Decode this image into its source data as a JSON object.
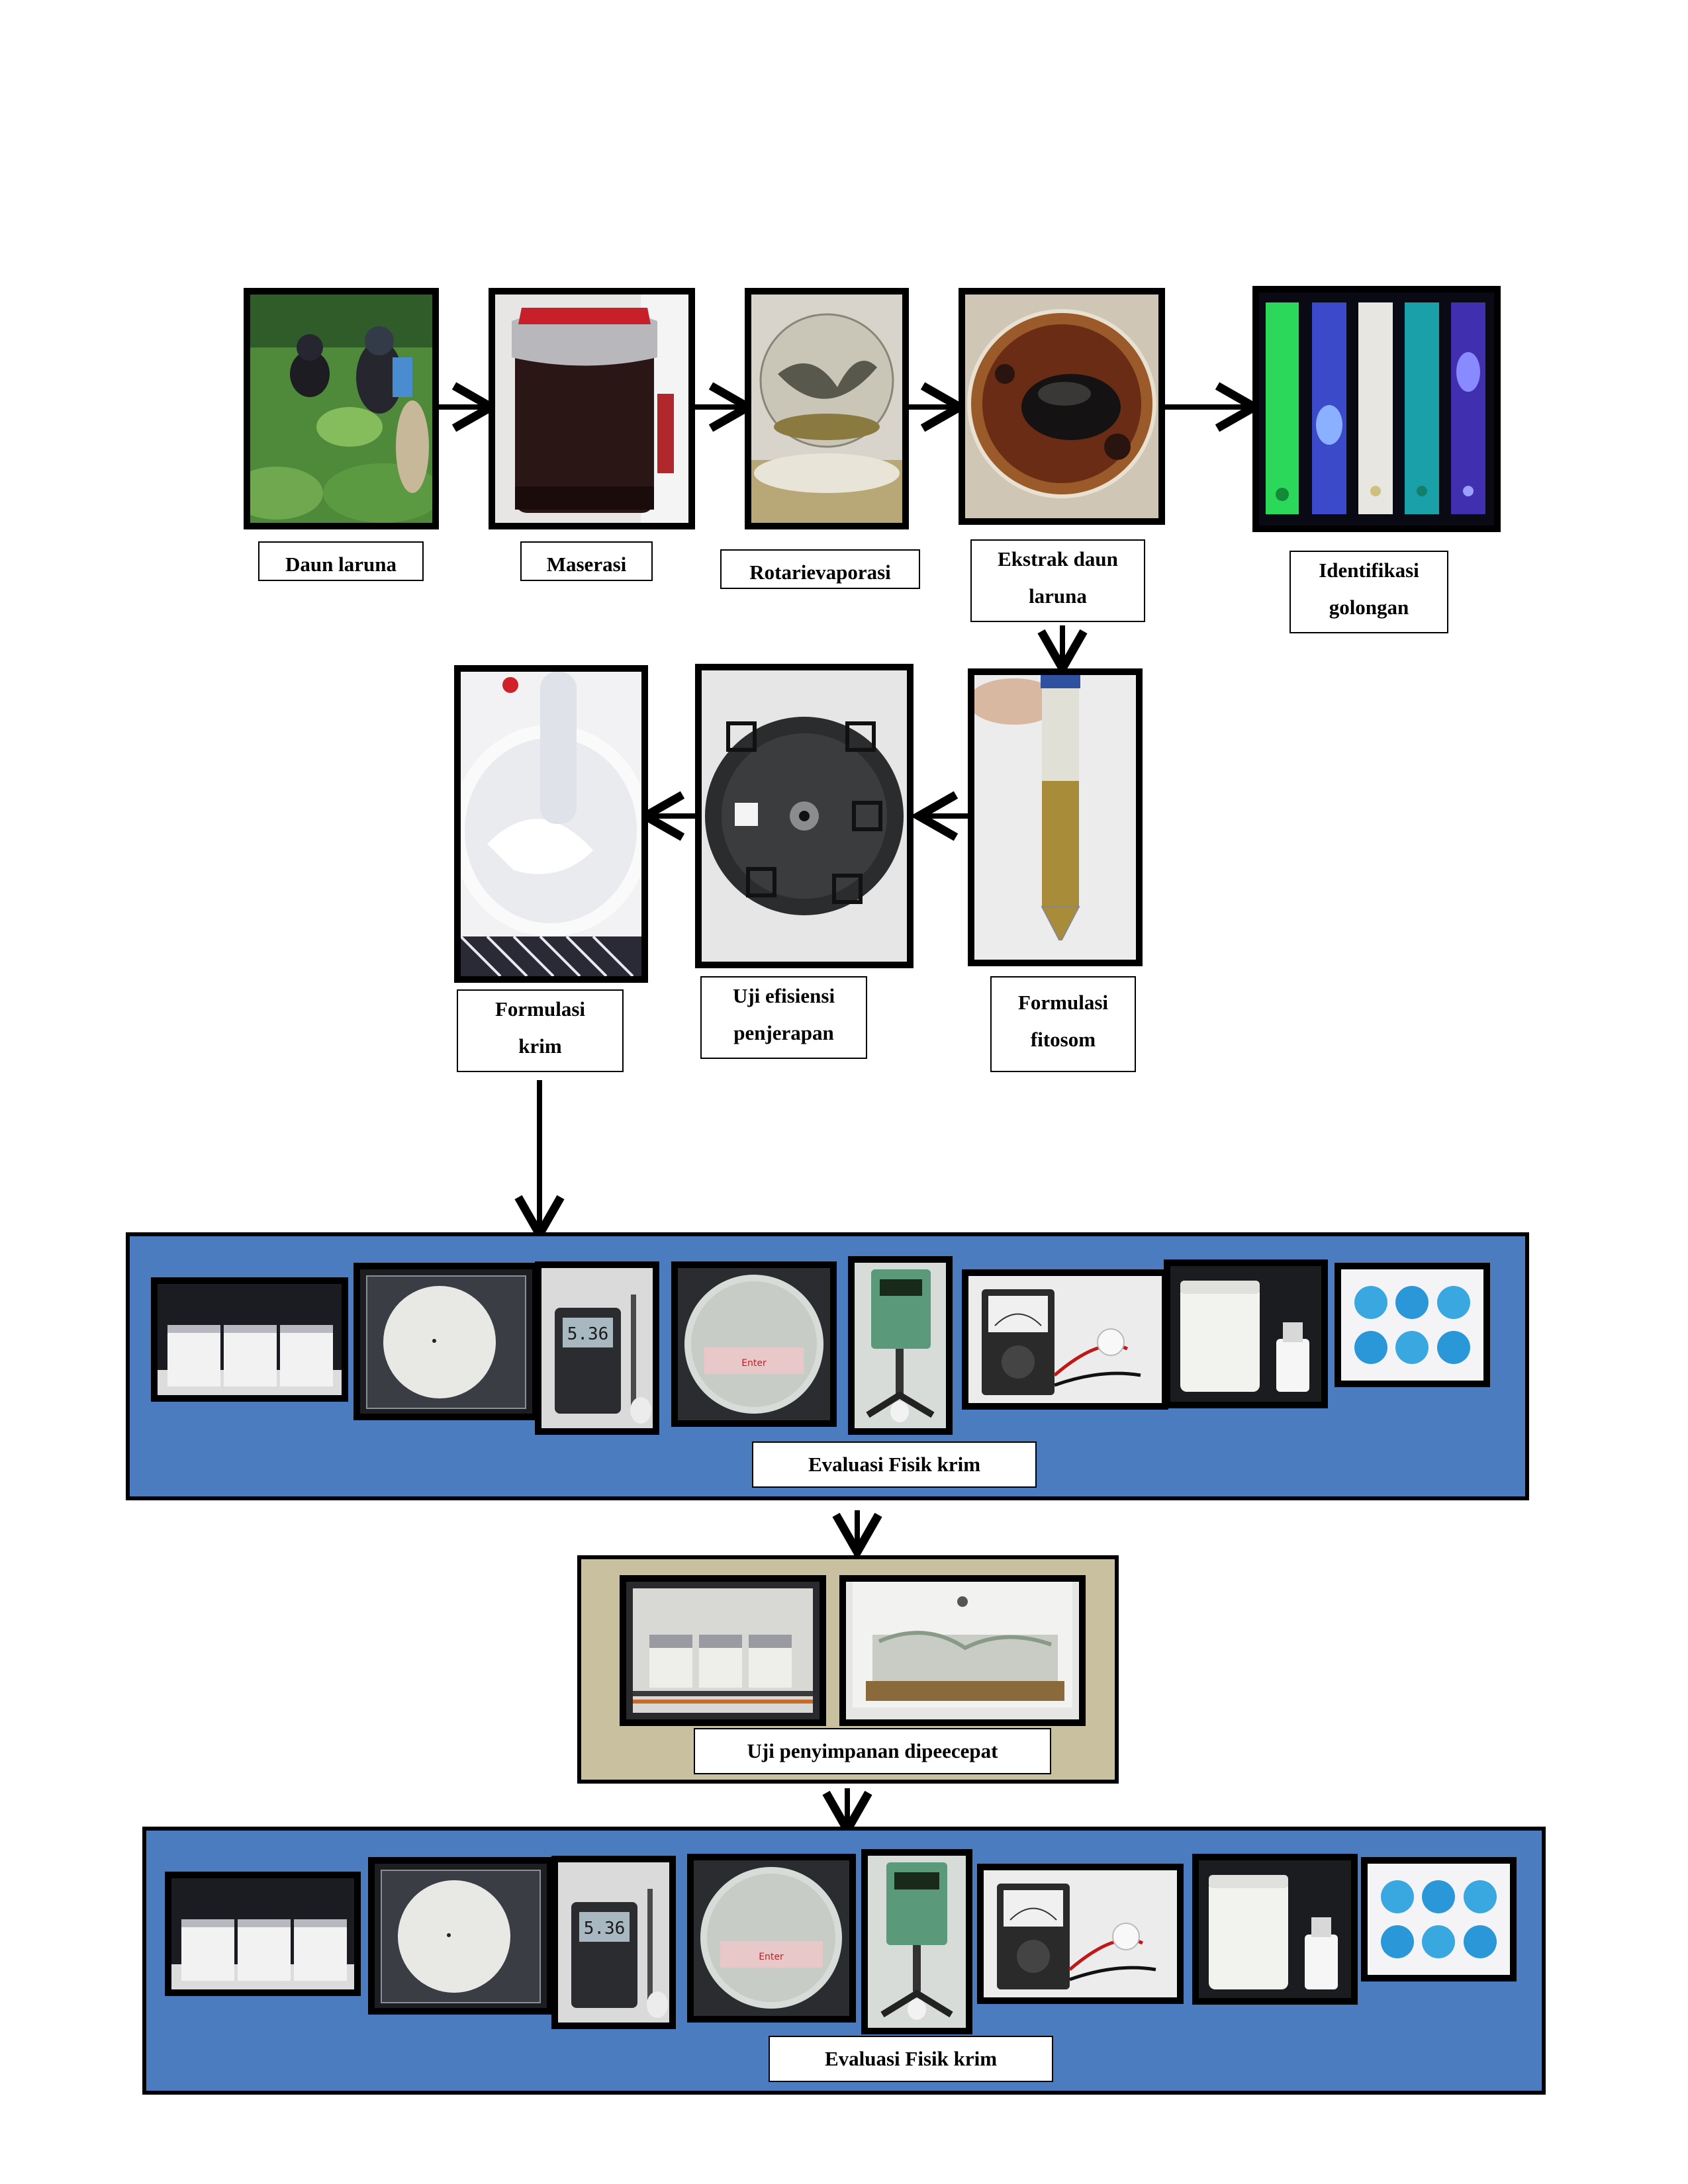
{
  "top_row": [
    {
      "id": "daun",
      "label": "Daun laruna"
    },
    {
      "id": "maserasi",
      "label": "Maserasi"
    },
    {
      "id": "rotari",
      "label": "Rotarievaporasi"
    },
    {
      "id": "ekstrak",
      "label_lines": [
        "Ekstrak daun",
        "laruna"
      ]
    },
    {
      "id": "identifikasi",
      "label_lines": [
        "Identifikasi",
        "golongan"
      ]
    }
  ],
  "middle_row": [
    {
      "id": "krim",
      "label_lines": [
        "Formulasi",
        "krim"
      ]
    },
    {
      "id": "uji",
      "label_lines": [
        "Uji efisiensi",
        "penjerapan"
      ]
    },
    {
      "id": "fitosom",
      "label_lines": [
        "Formulasi",
        "fitosom"
      ]
    }
  ],
  "panel_1": {
    "label": "Evaluasi Fisik krim",
    "bg_color": "#4a7cbf"
  },
  "panel_2": {
    "label": "Uji penyimpanan dipeecepat",
    "bg_color": "#c9c0a0"
  },
  "panel_3": {
    "label": "Evaluasi Fisik krim",
    "bg_color": "#4a7cbf"
  },
  "ph_readout": "5.36",
  "container_tag": "Enter"
}
